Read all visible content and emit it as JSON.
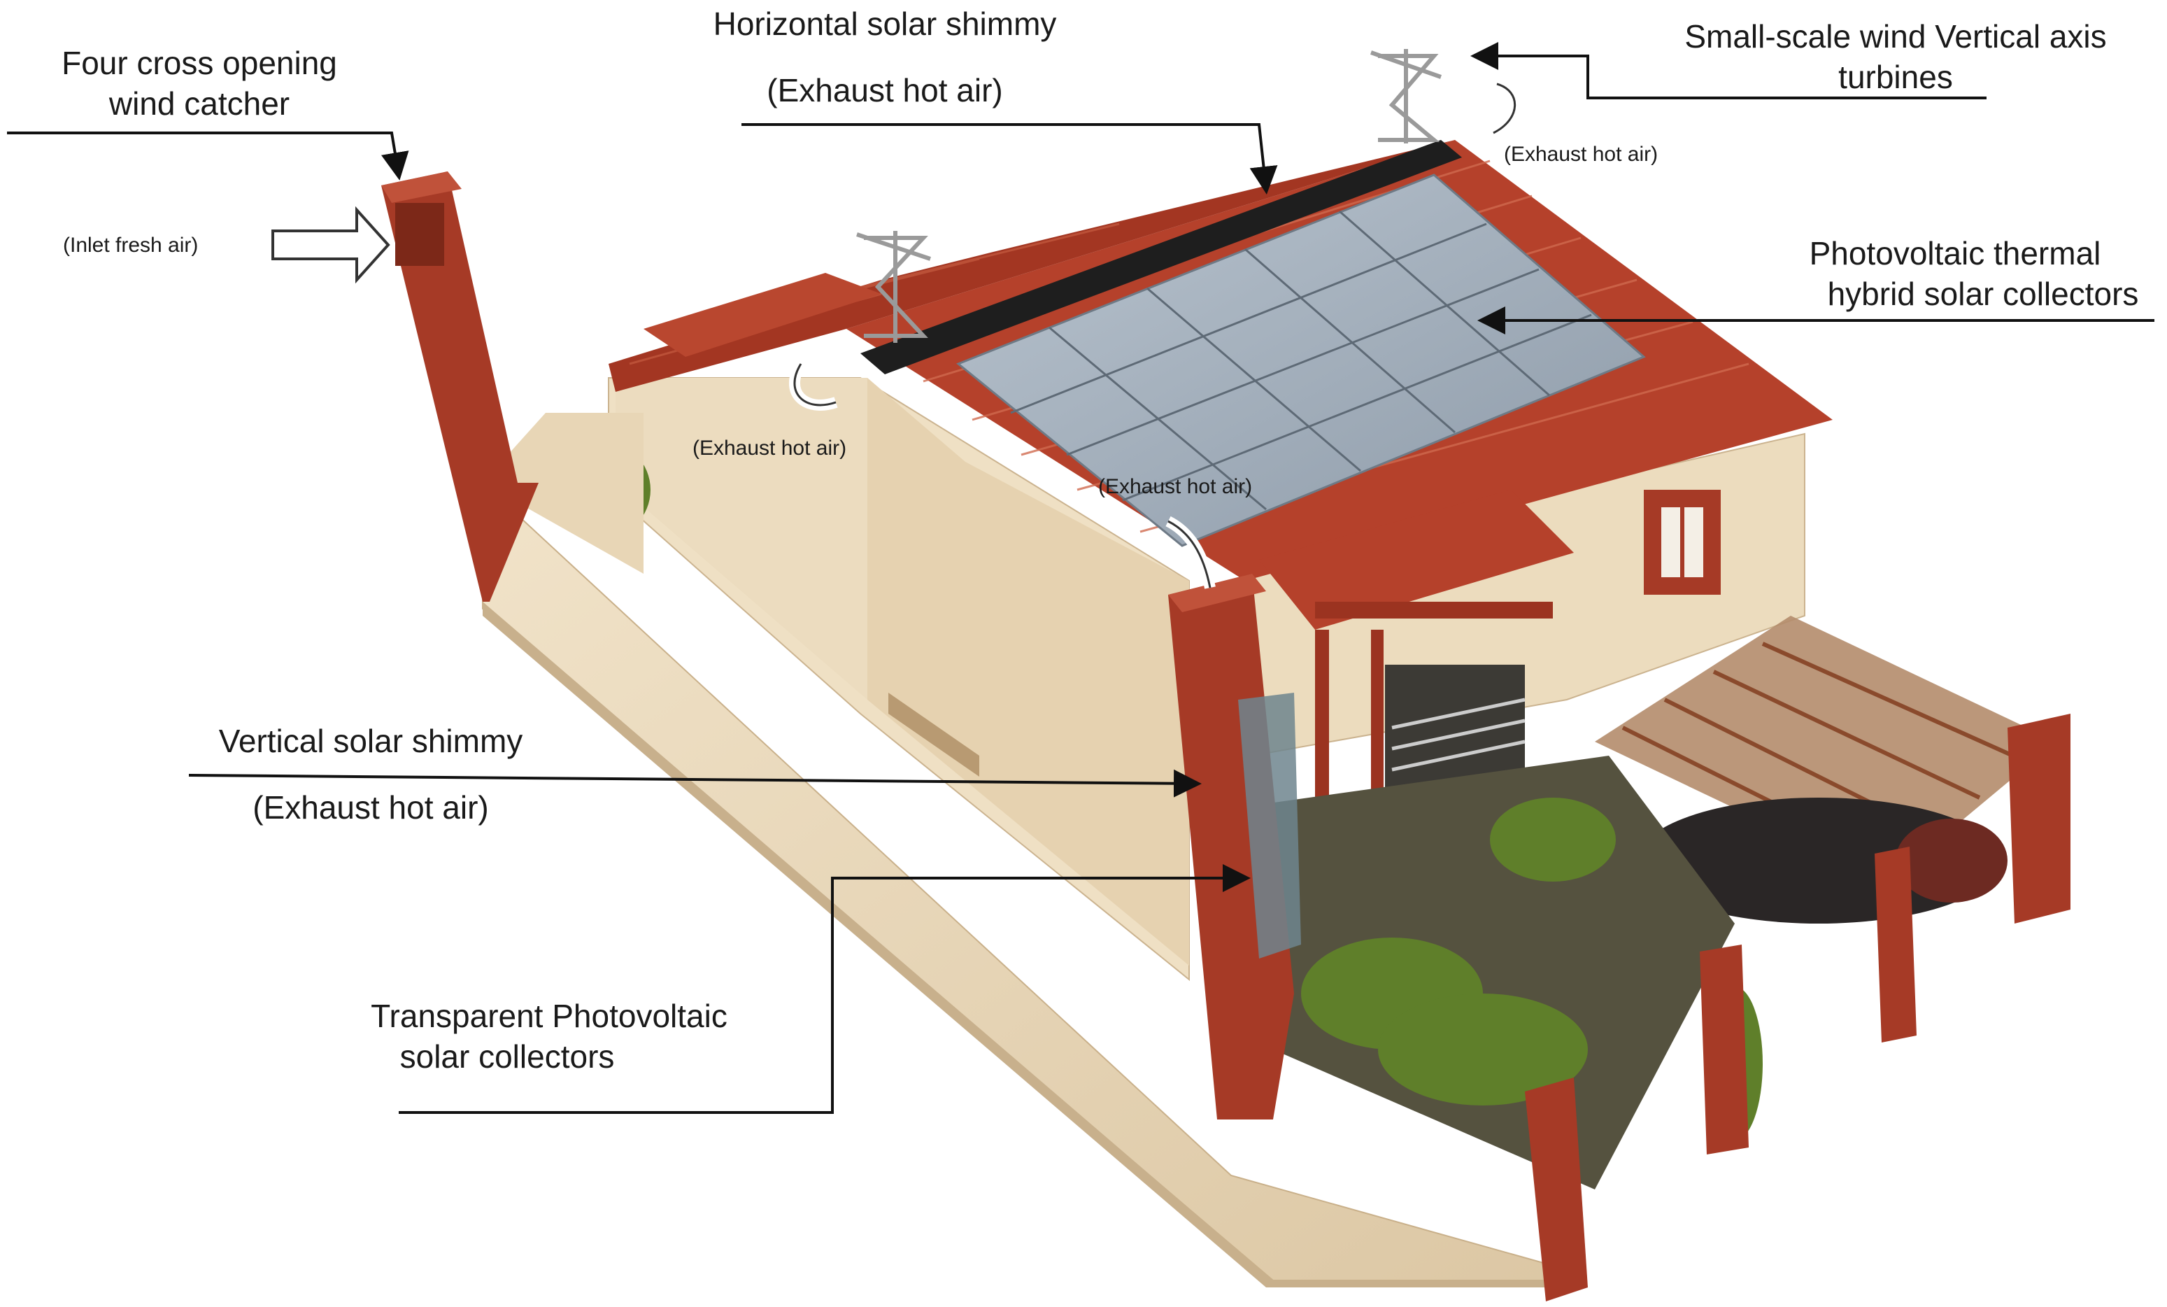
{
  "labels": {
    "wind_catcher_line1": "Four cross opening",
    "wind_catcher_line2": "wind catcher",
    "inlet_fresh_air": "(Inlet fresh air)",
    "horizontal_chimney_title": "Horizontal solar shimmy",
    "horizontal_chimney_sub": "(Exhaust hot air)",
    "turbines_line1": "Small-scale wind Vertical axis",
    "turbines_line2": "turbines",
    "exhaust_turbine_right": "(Exhaust hot air)",
    "pvt_line1": "Photovoltaic thermal",
    "pvt_line2": "hybrid solar collectors",
    "exhaust_turbine_left": "(Exhaust hot air)",
    "exhaust_vertical_chimney": "(Exhaust hot air)",
    "vertical_chimney_title": "Vertical solar shimmy",
    "vertical_chimney_sub": "(Exhaust hot air)",
    "transparent_pv_line1": "Transparent Photovoltaic",
    "transparent_pv_line2": "solar collectors"
  },
  "colors": {
    "roof_tile": "#b5412b",
    "wall_plaster": "#ead9bd",
    "chimney_brick": "#a63a26",
    "pv_panel": "#9aa7b4",
    "greenery": "#5f7f2a"
  }
}
